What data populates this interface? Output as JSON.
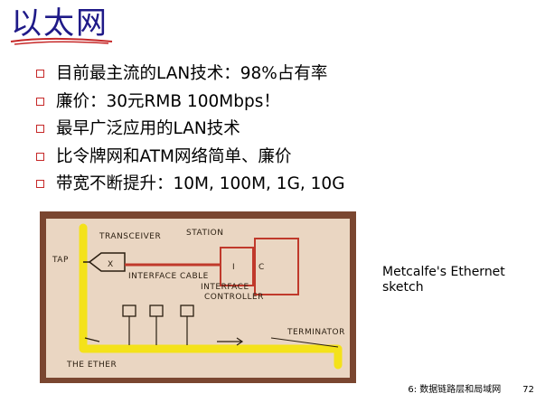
{
  "slide": {
    "title": "以太网",
    "bullets": [
      "目前最主流的LAN技术：98%占有率",
      "廉价：30元RMB 100Mbps！",
      "最早广泛应用的LAN技术",
      "比令牌网和ATM网络简单、廉价",
      "带宽不断提升：10M, 100M, 1G, 10G"
    ],
    "sketch_caption_line1": "Metcalfe's Ethernet",
    "sketch_caption_line2": "sketch",
    "footer_text": "6: 数据链路层和局域网",
    "page_number": "72"
  },
  "sketch": {
    "labels": {
      "transceiver": "TRANSCEIVER",
      "station": "STATION",
      "tap": "TAP",
      "x": "X",
      "interface_cable": "INTERFACE CABLE",
      "i": "I",
      "c": "C",
      "interface_controller_1": "INTERFACE",
      "interface_controller_2": "CONTROLLER",
      "terminator": "TERMINATOR",
      "the_ether": "THE ETHER"
    }
  },
  "colors": {
    "title": "#1f1a88",
    "title_underline": "#c62828",
    "bullet_box": "#c62828",
    "sketch_bg": "#ead6c2",
    "sketch_border": "#7a4630",
    "ether_cable": "#f4e21a",
    "sketch_red": "#c0392b"
  }
}
